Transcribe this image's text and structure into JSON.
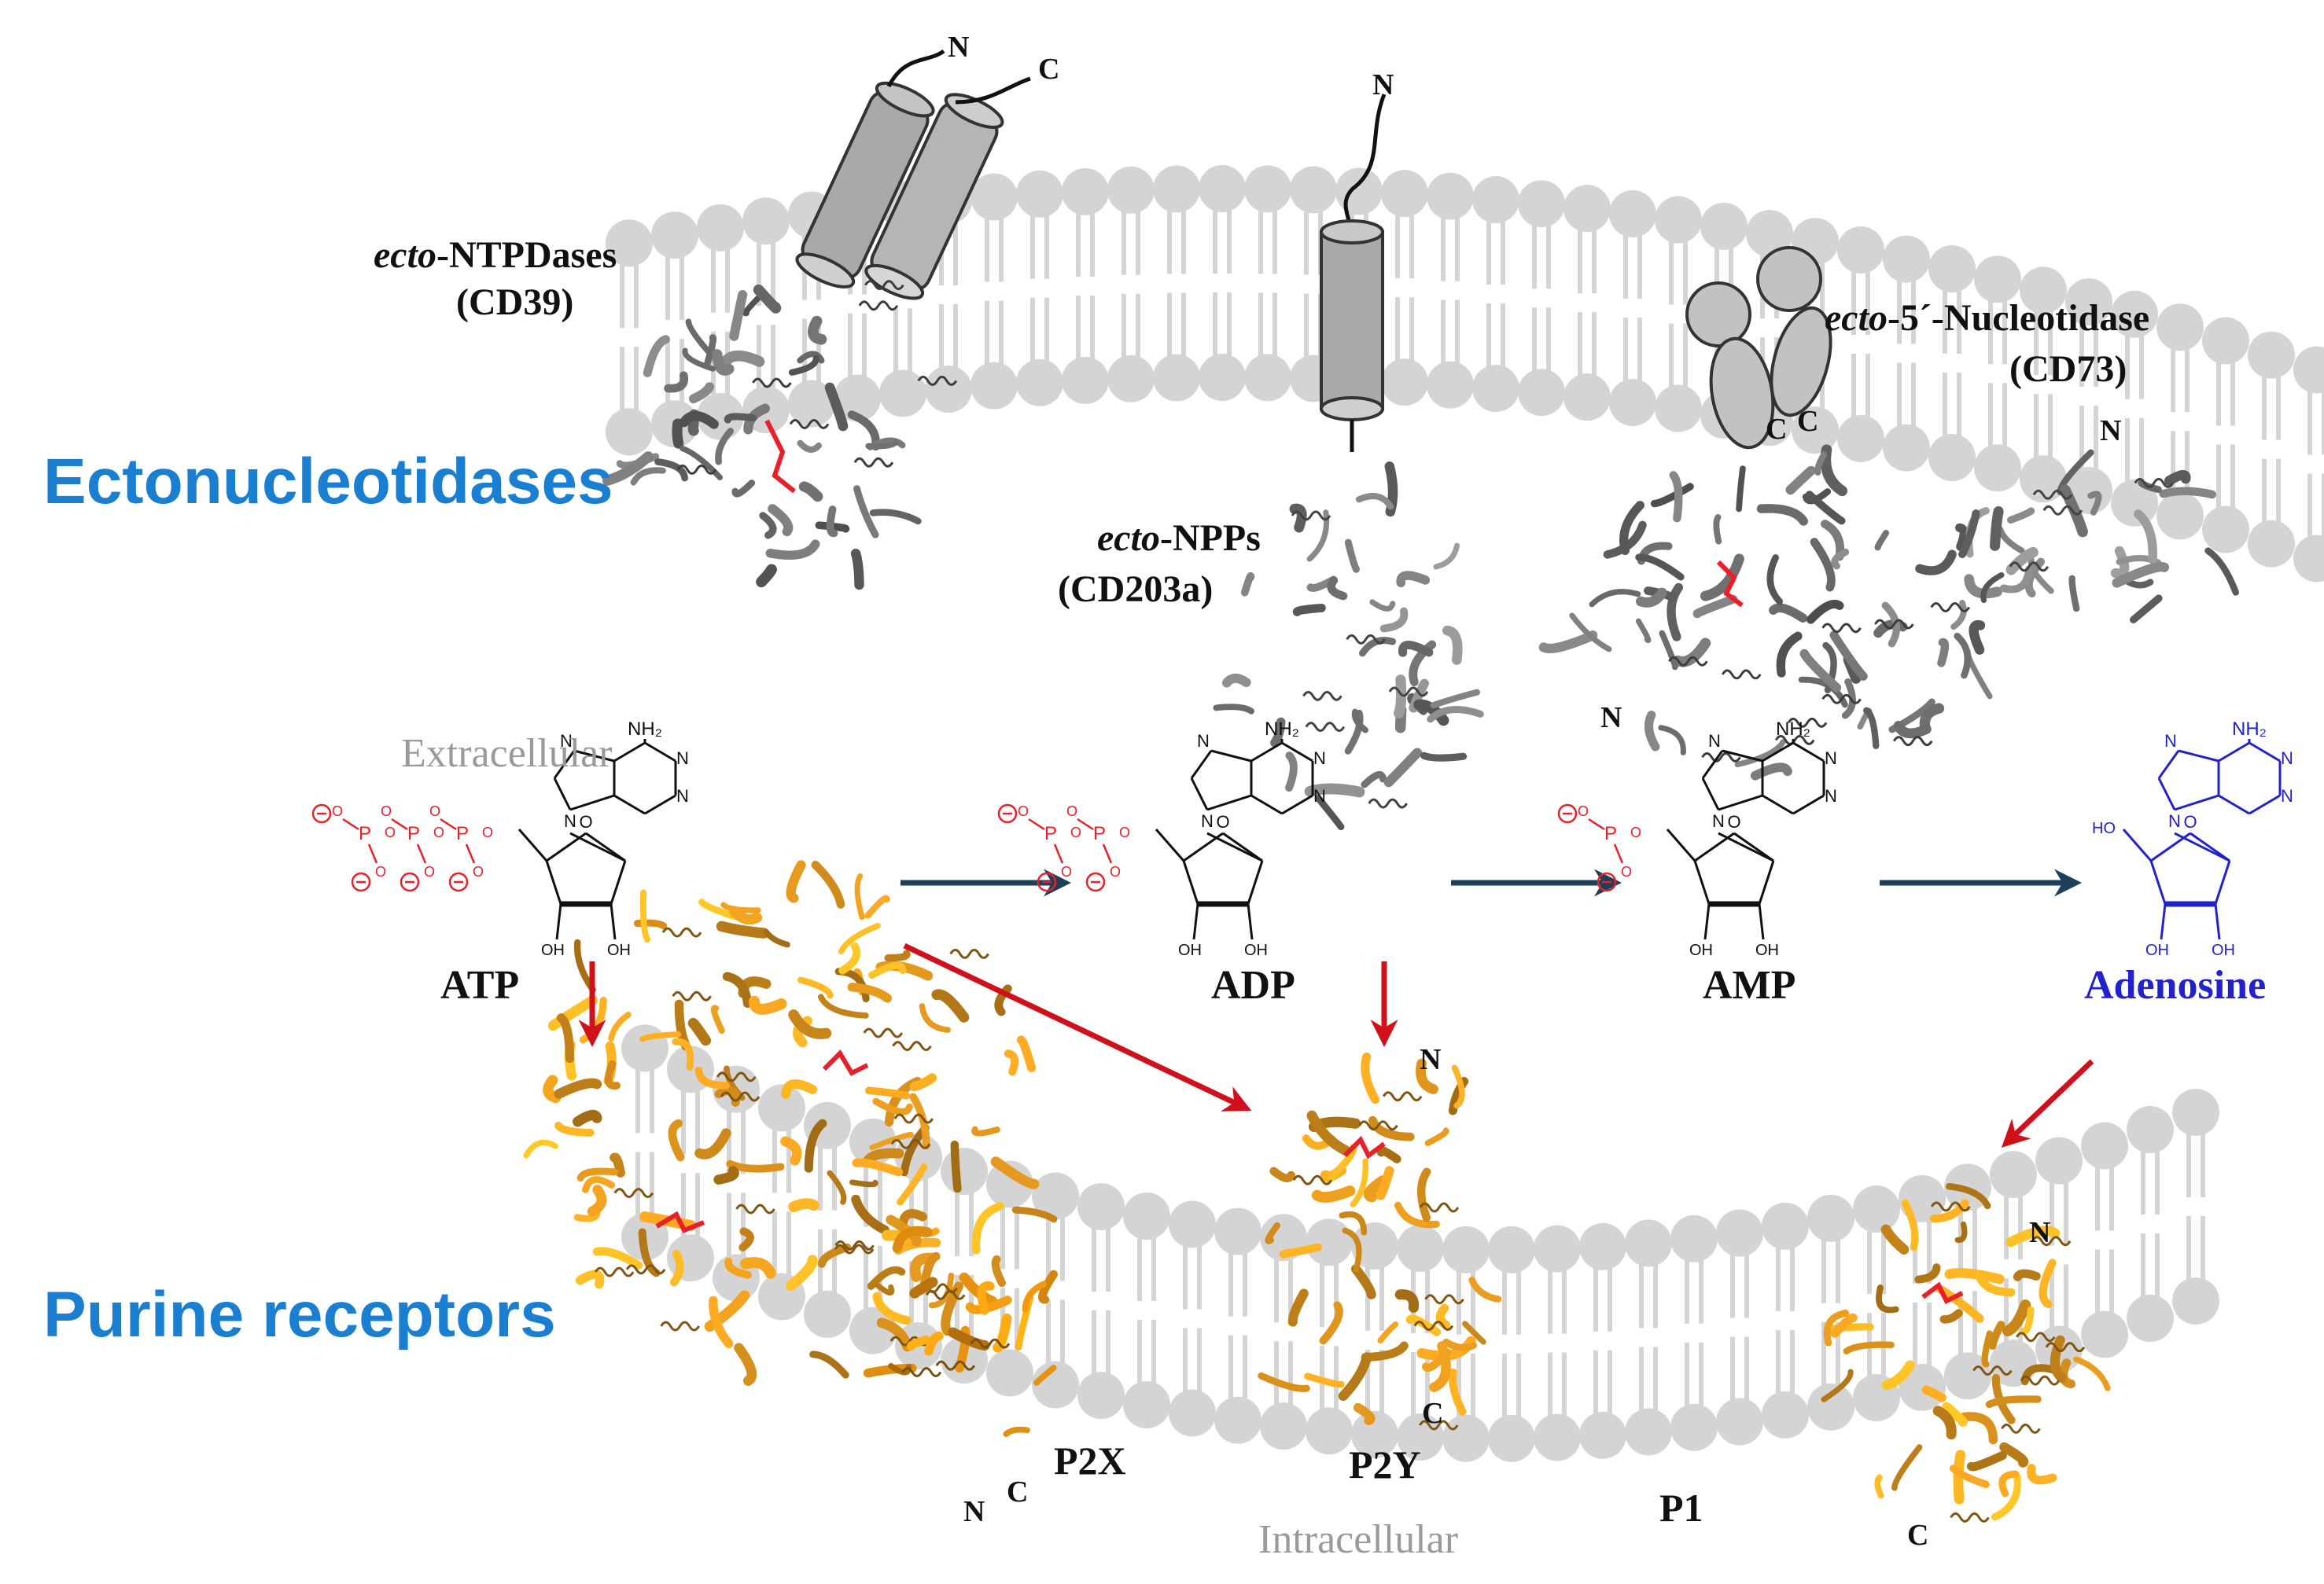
{
  "headings": {
    "ectonucleotidases": "Ectonucleotidases",
    "purine_receptors": "Purine receptors"
  },
  "regions": {
    "extracellular": "Extracellular",
    "intracellular": "Intracellular"
  },
  "enzymes": {
    "ntpdase_prefix": "ecto",
    "ntpdase_name": "-NTPDases",
    "ntpdase_cd": "(CD39)",
    "npp_prefix": "ecto",
    "npp_name": "-NPPs",
    "npp_cd": "(CD203a)",
    "nt5e_prefix": "ecto",
    "nt5e_name": "-5´-Nucleotidase",
    "nt5e_cd": "(CD73)"
  },
  "metabolites": {
    "atp": "ATP",
    "adp": "ADP",
    "amp": "AMP",
    "adenosine": "Adenosine"
  },
  "receptors": {
    "p2x": "P2X",
    "p2y": "P2Y",
    "p1": "P1"
  },
  "termini": {
    "n": "N",
    "c": "C"
  },
  "chem": {
    "nh2": "NH₂",
    "oh": "OH",
    "ho": "HO",
    "n": "N",
    "o": "O",
    "p": "P"
  },
  "colors": {
    "heading_blue": "#1a7fd0",
    "arrow_navy": "#1e3f5a",
    "arrow_red": "#d0101a",
    "phosphate_red": "#e8202a",
    "adenosine_blue": "#2222cc",
    "protein_gray": "#6e6e6e",
    "receptor_orange": "#e69a1e",
    "membrane_gray": "#d4d4d4",
    "region_gray": "#9a9a9a"
  },
  "icons": {
    "protein": "ribbon-structure-icon",
    "helix": "transmembrane-cylinder-icon",
    "arrow": "reaction-arrow-icon"
  }
}
